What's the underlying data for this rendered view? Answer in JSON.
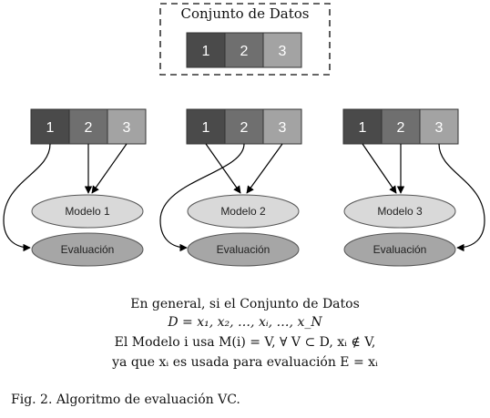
{
  "dataset": {
    "label": "Conjunto de Datos",
    "blocks": [
      "1",
      "2",
      "3"
    ]
  },
  "folds": [
    {
      "model_label": "Modelo 1",
      "eval_label": "Evaluación"
    },
    {
      "model_label": "Modelo 2",
      "eval_label": "Evaluación"
    },
    {
      "model_label": "Modelo 3",
      "eval_label": "Evaluación"
    }
  ],
  "math": {
    "line1": "En general, si el Conjunto de Datos",
    "line2": "D = x₁, x₂, …, xᵢ, …, x_N",
    "line3": "El Modelo i usa M(i) = V, ∀ V ⊂ D, xᵢ ∉ V,",
    "line4": "ya que xᵢ es usada para evaluación E = xᵢ"
  },
  "caption": "Fig. 2. Algoritmo de evaluación VC.",
  "colors": {
    "block1": "#4a4a4a",
    "block2": "#6f6f6f",
    "block3": "#a3a3a3",
    "model_fill": "#d9d9d9",
    "eval_fill": "#a6a6a6"
  }
}
